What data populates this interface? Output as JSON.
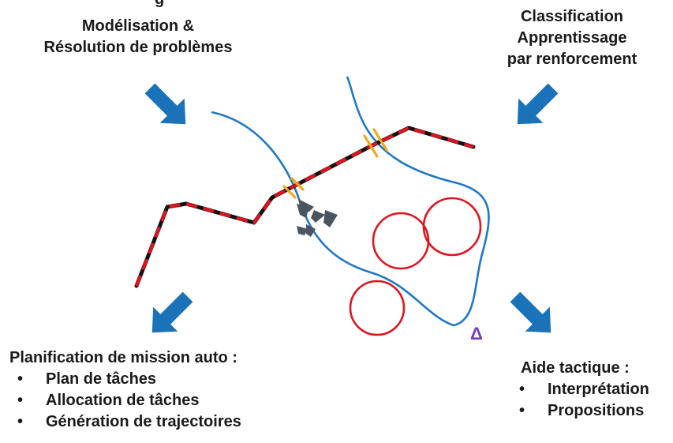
{
  "top_left": {
    "partial_line": "g",
    "line1": "Modélisation &",
    "line2": "Résolution de problèmes"
  },
  "top_right": {
    "line1": "Classification",
    "line2": "Apprentissage",
    "line3": "par renforcement"
  },
  "bottom_left": {
    "title": "Planification de mission auto :",
    "items": [
      "Plan de tâches",
      "Allocation de tâches",
      "Génération de trajectoires"
    ]
  },
  "bottom_right": {
    "title": "Aide tactique :",
    "items": [
      "Interprétation",
      "Propositions"
    ]
  },
  "marker": {
    "symbol": "Δ"
  },
  "colors": {
    "arrow": "#1a72b8",
    "river": "#1e78c8",
    "path_red": "#e0141e",
    "path_black": "#111111",
    "crossing": "#f4a81c",
    "threat_circle": "#e0141e",
    "unit_marker": "#4a5560",
    "marker": "#7a3bbf"
  },
  "icons": [
    "arrow-down-right-icon",
    "arrow-down-left-icon",
    "chevron-marker-icon",
    "triangle-marker-icon"
  ]
}
